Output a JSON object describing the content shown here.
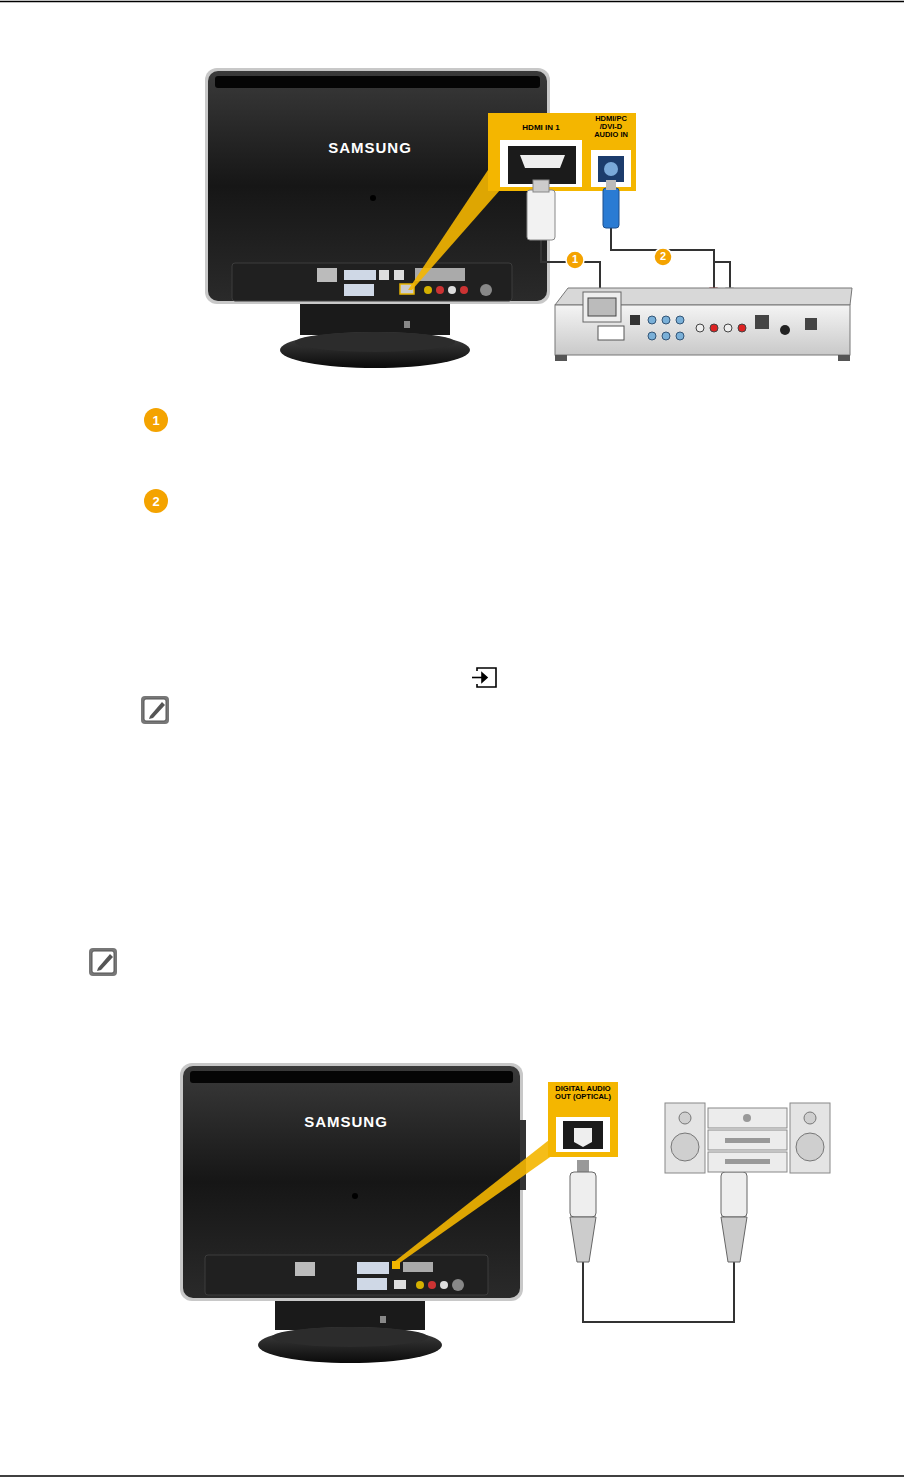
{
  "diagram": {
    "labels": [
      "SAMSUNG",
      "HDMI IN 1",
      "HDMI/PC /DVI-D AUDIO IN",
      "1",
      "2",
      "1",
      "2",
      "SAMSUNG",
      "DIGITAL AUDIO OUT (OPTICAL)"
    ]
  }
}
